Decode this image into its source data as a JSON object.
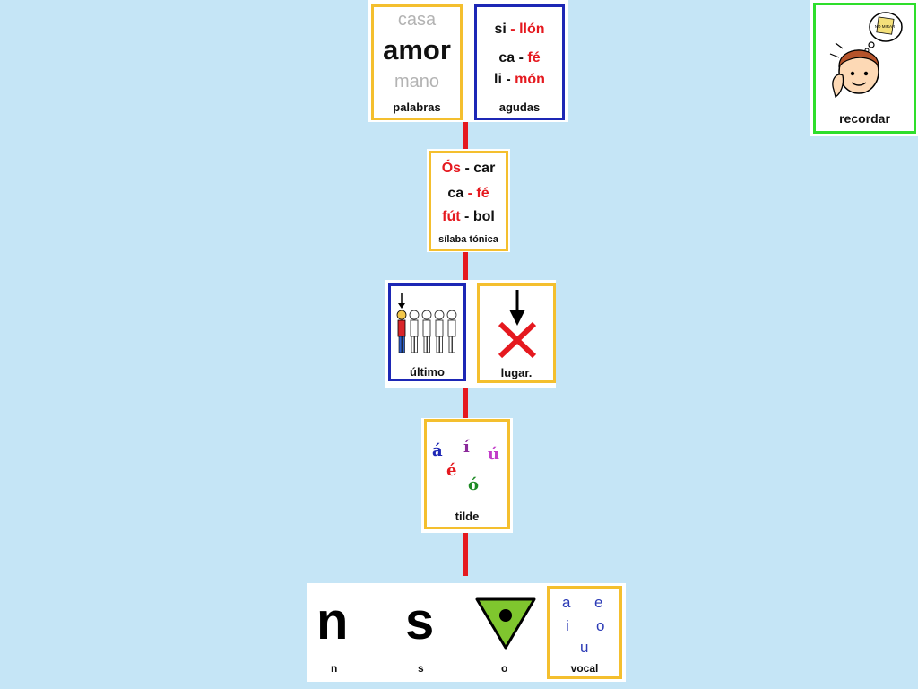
{
  "connector": {
    "color": "#e5191f"
  },
  "row1": {
    "palabras": {
      "caption": "palabras",
      "word_top": "casa",
      "word_main": "amor",
      "word_bottom": "mano"
    },
    "agudas": {
      "caption": "agudas",
      "lines": [
        {
          "a": "si",
          "sep": " - ",
          "b": "llón"
        },
        {
          "a": "ca",
          "sep": " - ",
          "b": "fé"
        },
        {
          "a": "li",
          "sep": " - ",
          "b": "món"
        }
      ]
    }
  },
  "row2": {
    "silaba": {
      "caption": "sílaba tónica",
      "lines": [
        {
          "a": "Ós",
          "sep": " - ",
          "b": "car"
        },
        {
          "a": "ca",
          "sep": " - ",
          "b": "fé"
        },
        {
          "a": "fút",
          "sep": " - ",
          "b": "bol"
        }
      ]
    }
  },
  "row3": {
    "ultimo": {
      "caption": "último",
      "icon": "queue-last-person-icon"
    },
    "lugar": {
      "caption": "lugar.",
      "icon": "arrow-down-cross-icon"
    }
  },
  "row4": {
    "tilde": {
      "caption": "tilde",
      "letters": [
        "á",
        "í",
        "ú",
        "é",
        "ó"
      ],
      "colors": [
        "#1d27b5",
        "#8b2a9a",
        "#c23cc9",
        "#e5191f",
        "#1e8a25"
      ]
    }
  },
  "row5": {
    "n": {
      "glyph": "n",
      "caption": "n"
    },
    "s": {
      "glyph": "s",
      "caption": "s"
    },
    "o": {
      "caption": "o",
      "icon": "green-triangle-dot-icon"
    },
    "vocal": {
      "caption": "vocal",
      "letters": [
        "a",
        "e",
        "i",
        "o",
        "u"
      ]
    }
  },
  "recordar": {
    "caption": "recordar",
    "icon": "thinking-person-icon",
    "note": "NO MIRAR"
  }
}
